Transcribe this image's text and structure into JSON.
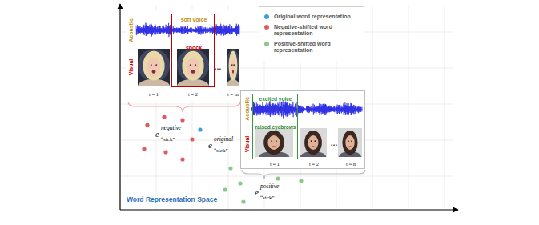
{
  "diagram": {
    "nodes": [
      {
        "text": [
          "Acoustic",
          "Visual",
          "t = 1",
          "t = 2",
          "…",
          "t = m"
        ]
      },
      {
        "text": [
          "soft voice",
          "shock"
        ],
        "in": 0
      },
      {
        "text": [
          "Acoustic",
          "Visual",
          "t = 1",
          "t = 2",
          "…",
          "t = n"
        ]
      },
      {
        "text": [
          "excited voice",
          "raised eyebrows"
        ],
        "in": 2
      }
    ],
    "labels": [
      "e",
      "negative",
      "“sick”",
      "e",
      "original",
      "“sick”",
      "e",
      "positive",
      "“sick”",
      "Word Representation Space"
    ],
    "legend": [
      {
        "text": "Original word representation",
        "color": "#3f9fd8"
      },
      {
        "text": "Negative-shifted word representation",
        "color": "#e05a5f"
      },
      {
        "text": "Positive-shifted word representation",
        "color": "#8cc78c"
      }
    ]
  }
}
